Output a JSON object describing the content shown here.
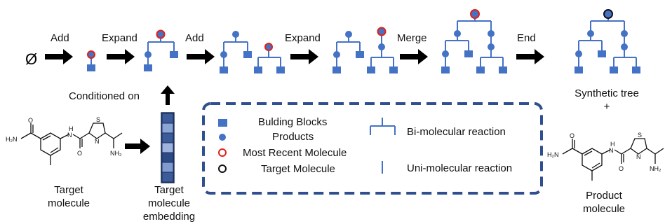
{
  "steps": [
    {
      "action": "Add"
    },
    {
      "action": "Expand"
    },
    {
      "action": "Add"
    },
    {
      "action": "Expand"
    },
    {
      "action": "Merge"
    },
    {
      "action": "End"
    }
  ],
  "empty_set_symbol": "Ø",
  "conditioned_label": "Conditioned on",
  "target": {
    "caption_line1": "Target",
    "caption_line2": "molecule",
    "atom_labels": [
      "O",
      "H₂N",
      "N",
      "H",
      "O",
      "S",
      "N",
      "NH₂"
    ]
  },
  "embedding": {
    "caption_line1": "Target",
    "caption_line2": "molecule",
    "caption_line3": "embedding",
    "cell_colors": [
      "#3b5b9b",
      "#8aa6d6",
      "#3b5b9b",
      "#9eb4dd",
      "#2c4a85",
      "#7f9bd0",
      "#3b5b9b"
    ]
  },
  "legend": {
    "building_blocks": "Bulding Blocks",
    "products": "Products",
    "most_recent": "Most Recent Molecule",
    "target_molecule": "Target Molecule",
    "bi_reaction": "Bi-molecular reaction",
    "uni_reaction": "Uni-molecular reaction"
  },
  "result": {
    "line1": "Synthetic tree",
    "line2": "+",
    "product_caption_line1": "Product",
    "product_caption_line2": "molecule"
  },
  "colors": {
    "node_blue": "#4472c4",
    "legend_border": "#2f4f8f",
    "most_recent_ring": "#e32119",
    "target_ring": "#111111",
    "arrow": "#000000"
  }
}
